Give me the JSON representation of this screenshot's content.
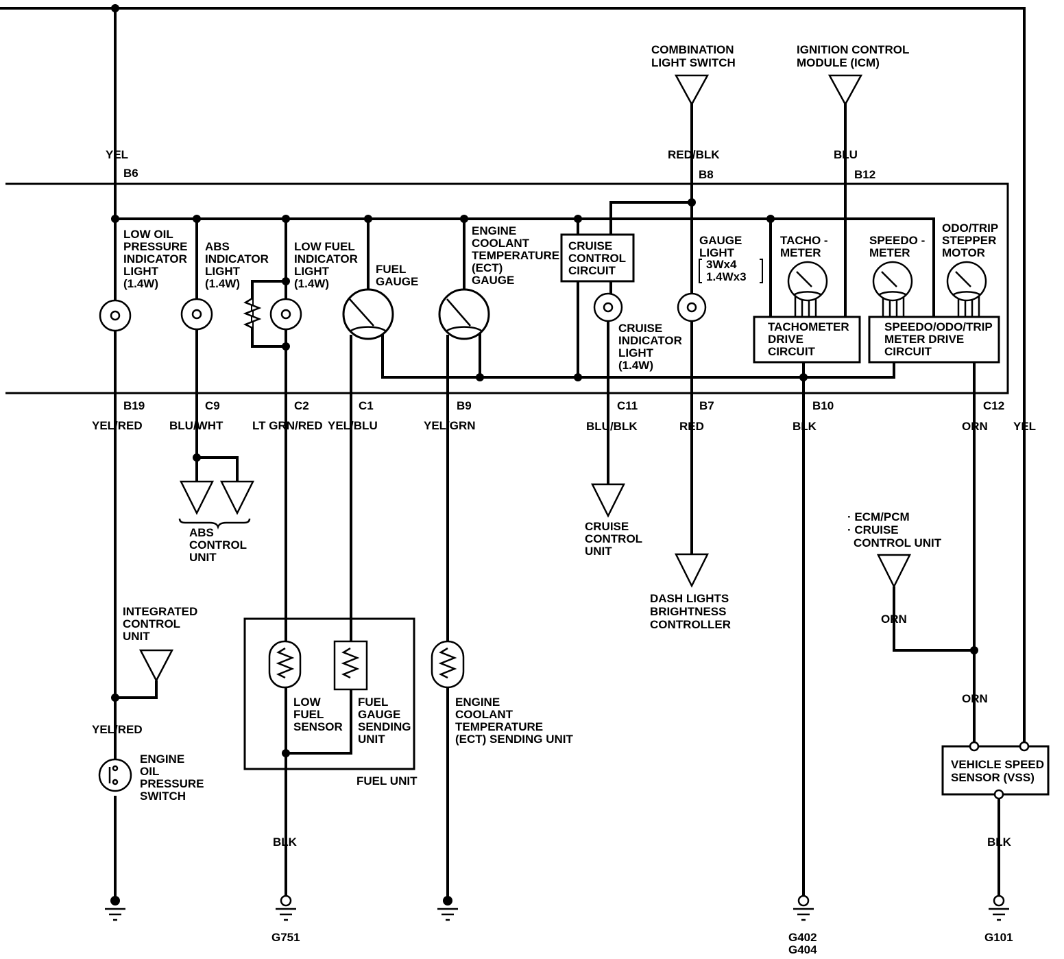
{
  "top_sources": {
    "combination_light_switch": [
      "COMBINATION",
      "LIGHT SWITCH"
    ],
    "ignition_control_module": [
      "IGNITION CONTROL",
      "MODULE (ICM)"
    ]
  },
  "wire_colors": {
    "yel_b6": "YEL",
    "red_blk_b8": "RED/BLK",
    "blu_b12": "BLU",
    "b19": "YEL/RED",
    "c9": "BLU/WHT",
    "c2": "LT GRN/RED",
    "c1": "YEL/BLU",
    "b9": "YEL/GRN",
    "c11": "BLU/BLK",
    "b7": "RED",
    "b10": "BLK",
    "c12": "ORN",
    "right_yel": "YEL",
    "icu_yel_red": "YEL/RED",
    "fuel_blk": "BLK",
    "ecm_orn": "ORN",
    "vss_orn": "ORN",
    "vss_blk": "BLK"
  },
  "connectors": {
    "b6": "B6",
    "b8": "B8",
    "b12": "B12",
    "b19": "B19",
    "c9": "C9",
    "c2": "C2",
    "c1": "C1",
    "b9": "B9",
    "c11": "C11",
    "b7": "B7",
    "b10": "B10",
    "c12": "C12"
  },
  "components": {
    "low_oil": [
      "LOW OIL",
      "PRESSURE",
      "INDICATOR",
      "LIGHT",
      "(1.4W)"
    ],
    "abs_light": [
      "ABS",
      "INDICATOR",
      "LIGHT",
      "(1.4W)"
    ],
    "low_fuel_light": [
      "LOW FUEL",
      "INDICATOR",
      "LIGHT",
      "(1.4W)"
    ],
    "fuel_gauge": [
      "FUEL",
      "GAUGE"
    ],
    "ect_gauge": [
      "ENGINE",
      "COOLANT",
      "TEMPERATURE",
      "(ECT)",
      "GAUGE"
    ],
    "cruise_circuit": [
      "CRUISE",
      "CONTROL",
      "CIRCUIT"
    ],
    "gauge_light": [
      "GAUGE",
      "LIGHT"
    ],
    "gauge_light_rating": [
      "3Wx4",
      "1.4Wx3"
    ],
    "cruise_indicator": [
      "CRUISE",
      "INDICATOR",
      "LIGHT",
      "(1.4W)"
    ],
    "tachometer": [
      "TACHO -",
      "METER"
    ],
    "speedometer": [
      "SPEEDO -",
      "METER"
    ],
    "odo_motor": [
      "ODO/TRIP",
      "STEPPER",
      "MOTOR"
    ],
    "tach_drive": [
      "TACHOMETER",
      "DRIVE",
      "CIRCUIT"
    ],
    "speedo_drive": [
      "SPEEDO/ODO/TRIP",
      "METER DRIVE",
      "CIRCUIT"
    ],
    "abs_unit": [
      "ABS",
      "CONTROL",
      "UNIT"
    ],
    "cruise_unit": [
      "CRUISE",
      "CONTROL",
      "UNIT"
    ],
    "dash_controller": [
      "DASH LIGHTS",
      "BRIGHTNESS",
      "CONTROLLER"
    ],
    "ecm": [
      "· ECM/PCM",
      "· CRUISE",
      "CONTROL UNIT"
    ],
    "integrated_unit": [
      "INTEGRATED",
      "CONTROL",
      "UNIT"
    ],
    "oil_switch": [
      "ENGINE",
      "OIL",
      "PRESSURE",
      "SWITCH"
    ],
    "low_fuel_sensor": [
      "LOW",
      "FUEL",
      "SENSOR"
    ],
    "fuel_sending": [
      "FUEL",
      "GAUGE",
      "SENDING",
      "UNIT"
    ],
    "fuel_unit": "FUEL UNIT",
    "ect_sending": [
      "ENGINE",
      "COOLANT",
      "TEMPERATURE",
      "(ECT) SENDING UNIT"
    ],
    "vss": [
      "VEHICLE SPEED",
      "SENSOR (VSS)"
    ]
  },
  "grounds": {
    "g751": "G751",
    "g402": [
      "G402",
      "G404"
    ],
    "g101": "G101"
  }
}
